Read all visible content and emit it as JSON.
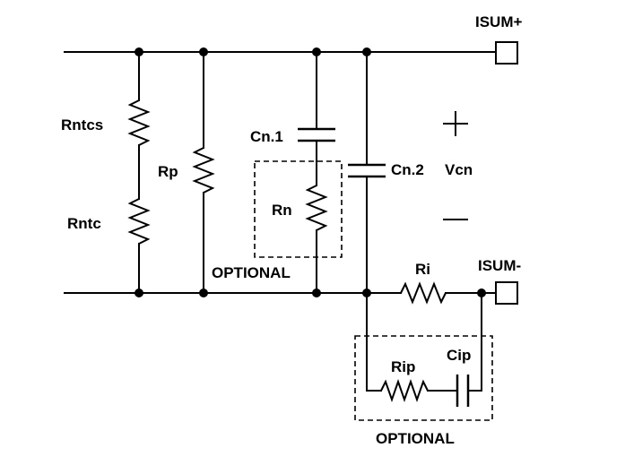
{
  "labels": {
    "isum_plus": "ISUM+",
    "isum_minus": "ISUM-",
    "rntcs": "Rntcs",
    "rntc": "Rntc",
    "rp": "Rp",
    "cn1": "Cn.1",
    "cn2": "Cn.2",
    "rn": "Rn",
    "vcn": "Vcn",
    "optional_top": "OPTIONAL",
    "ri": "Ri",
    "rip": "Rip",
    "cip": "Cip",
    "optional_bottom": "OPTIONAL"
  },
  "signs": {
    "plus": "+",
    "minus": "—"
  }
}
